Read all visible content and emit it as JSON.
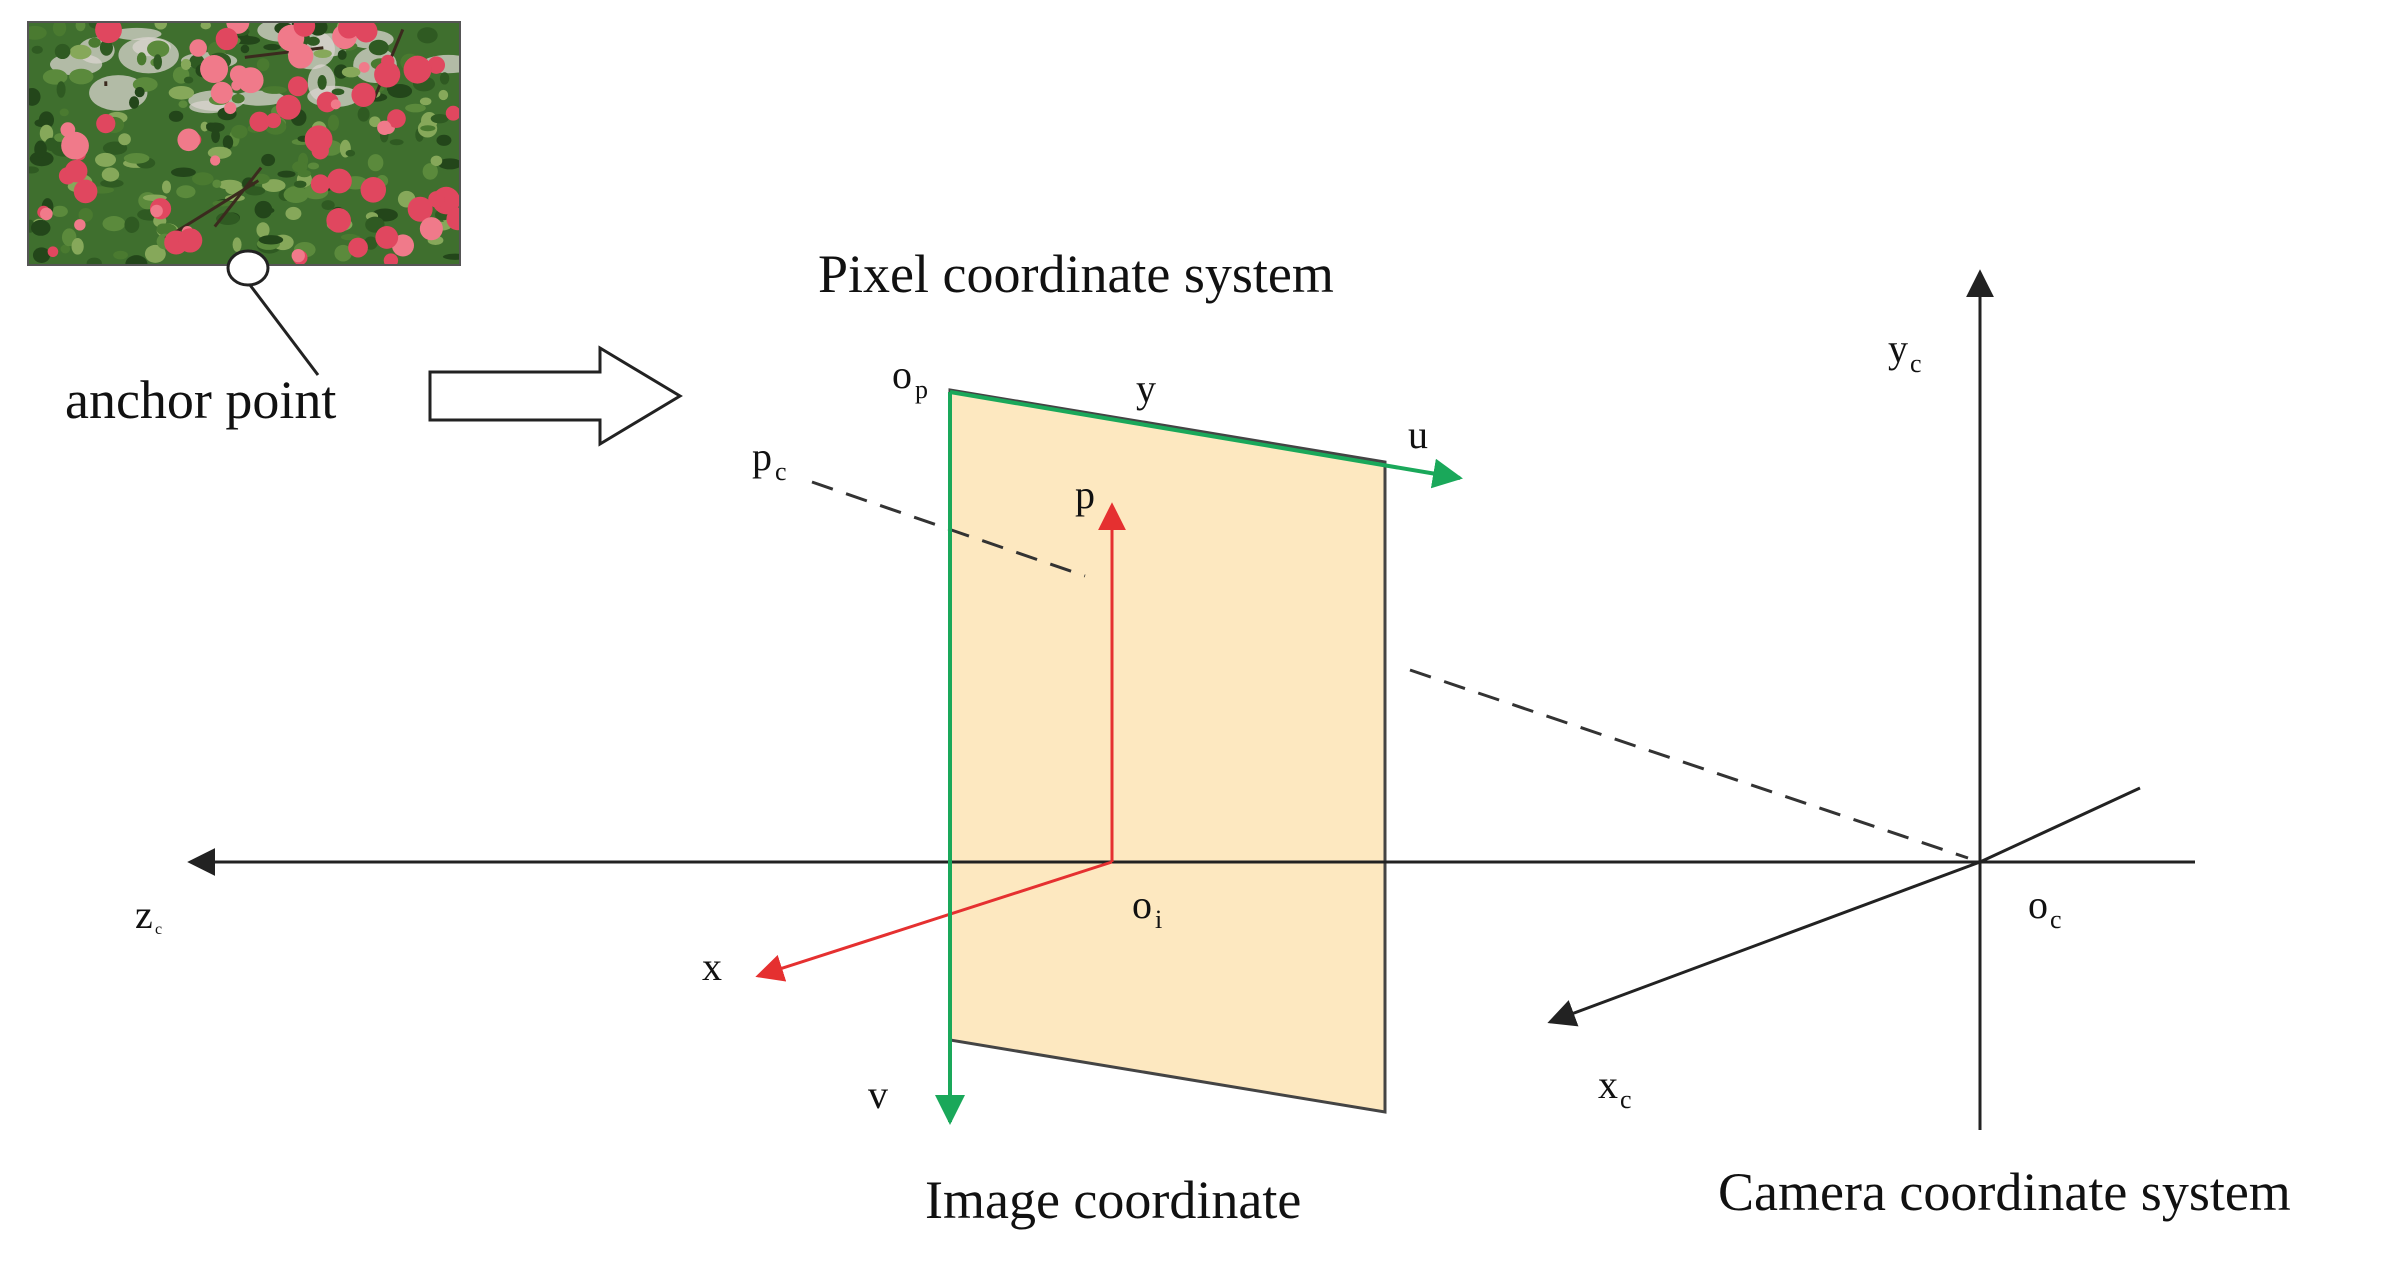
{
  "colors": {
    "axis": "#222222",
    "pixel_axes": "#1aa85a",
    "image_axes": "#e53030",
    "image_plane_fill": "#fde8c0",
    "photo_foliage": "#3f6f2e",
    "photo_fruit": "#e0475f",
    "photo_sky": "#d9d4cf"
  },
  "photo": {
    "subject": "apple tree with red apples"
  },
  "anchor": {
    "label": "anchor point"
  },
  "titles": {
    "pixel_system": "Pixel coordinate system",
    "image_coordinate": "Image coordinate",
    "camera_system": "Camera coordinate system"
  },
  "labels": {
    "o": "o",
    "op_sub": "p",
    "y": "y",
    "u": "u",
    "p": "p",
    "pc": "p",
    "pc_sub": "c",
    "yc": "y",
    "yc_sub": "c",
    "z": "z",
    "z_sub": "c",
    "oi": "o",
    "oi_sub": "i",
    "oc": "o",
    "oc_sub": "c",
    "x": "x",
    "v": "v",
    "xc": "x",
    "xc_sub": "c"
  }
}
